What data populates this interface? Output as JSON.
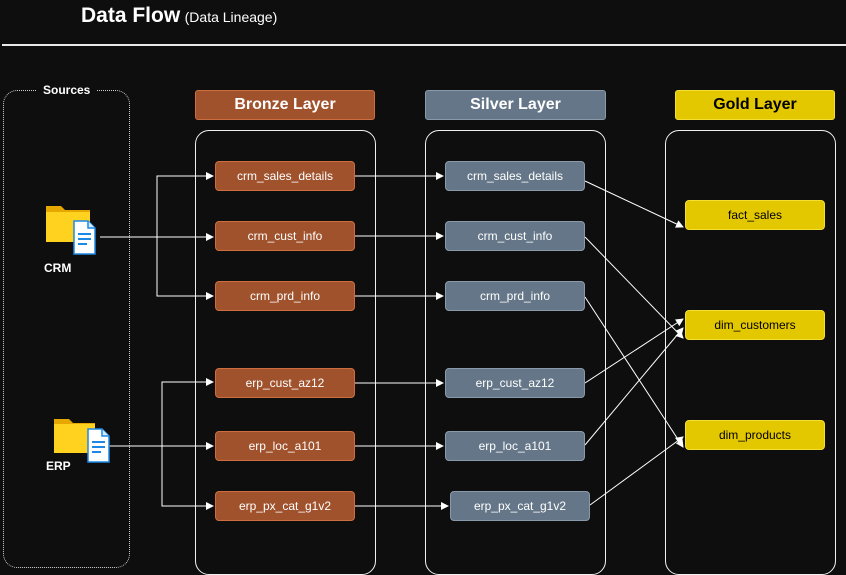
{
  "header": {
    "title": "Data Flow",
    "subtitle": "(Data Lineage)"
  },
  "sources": {
    "label": "Sources",
    "items": [
      {
        "id": "crm",
        "label": "CRM",
        "icon": "folder-document-icon"
      },
      {
        "id": "erp",
        "label": "ERP",
        "icon": "folder-document-icon"
      }
    ]
  },
  "layers": {
    "bronze": {
      "title": "Bronze Layer",
      "color": "#a0522d",
      "tables": [
        "crm_sales_details",
        "crm_cust_info",
        "crm_prd_info",
        "erp_cust_az12",
        "erp_loc_a101",
        "erp_px_cat_g1v2"
      ]
    },
    "silver": {
      "title": "Silver Layer",
      "color": "#647687",
      "tables": [
        "crm_sales_details",
        "crm_cust_info",
        "crm_prd_info",
        "erp_cust_az12",
        "erp_loc_a101",
        "erp_px_cat_g1v2"
      ]
    },
    "gold": {
      "title": "Gold Layer",
      "color": "#e3c800",
      "tables": [
        "fact_sales",
        "dim_customers",
        "dim_products"
      ]
    }
  },
  "edges": [
    {
      "from": "source.crm",
      "to": "bronze.crm_sales_details"
    },
    {
      "from": "source.crm",
      "to": "bronze.crm_cust_info"
    },
    {
      "from": "source.crm",
      "to": "bronze.crm_prd_info"
    },
    {
      "from": "source.erp",
      "to": "bronze.erp_cust_az12"
    },
    {
      "from": "source.erp",
      "to": "bronze.erp_loc_a101"
    },
    {
      "from": "source.erp",
      "to": "bronze.erp_px_cat_g1v2"
    },
    {
      "from": "bronze.crm_sales_details",
      "to": "silver.crm_sales_details"
    },
    {
      "from": "bronze.crm_cust_info",
      "to": "silver.crm_cust_info"
    },
    {
      "from": "bronze.crm_prd_info",
      "to": "silver.crm_prd_info"
    },
    {
      "from": "bronze.erp_cust_az12",
      "to": "silver.erp_cust_az12"
    },
    {
      "from": "bronze.erp_loc_a101",
      "to": "silver.erp_loc_a101"
    },
    {
      "from": "bronze.erp_px_cat_g1v2",
      "to": "silver.erp_px_cat_g1v2"
    },
    {
      "from": "silver.crm_sales_details",
      "to": "gold.fact_sales"
    },
    {
      "from": "silver.crm_cust_info",
      "to": "gold.dim_customers"
    },
    {
      "from": "silver.crm_prd_info",
      "to": "gold.dim_products"
    },
    {
      "from": "silver.erp_cust_az12",
      "to": "gold.dim_customers"
    },
    {
      "from": "silver.erp_loc_a101",
      "to": "gold.dim_customers"
    },
    {
      "from": "silver.erp_px_cat_g1v2",
      "to": "gold.dim_products"
    }
  ]
}
